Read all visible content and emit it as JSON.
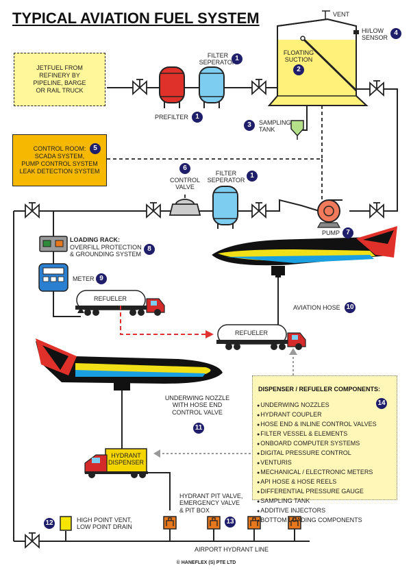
{
  "title": "TYPICAL AVIATION FUEL SYSTEM",
  "source_box": "JETFUEL FROM\nREFINERY BY\nPIPELINE, BARGE\nOR RAIL TRUCK",
  "control_room": "CONTROL ROOM:\nSCADA SYSTEM,\nPUMP CONTROL SYSTEM\nLEAK DETECTION SYSTEM",
  "labels": {
    "vent": "VENT",
    "hilow_sensor": "HI/LOW\nSENSOR",
    "filter_separator_top": "FILTER\nSEPERATOR",
    "prefilter": "PREFILTER",
    "floating_suction": "FLOATING\nSUCTION",
    "sampling_tank": "SAMPLING\nTANK",
    "control_valve": "CONTROL\nVALVE",
    "filter_separator_mid": "FILTER\nSEPERATOR",
    "pump": "PUMP",
    "loading_rack_title": "LOADING RACK:",
    "loading_rack_desc": "OVERFILL PROTECTION\n& GROUNDING SYSTEM",
    "meter": "METER",
    "refueler_1": "REFUELER",
    "refueler_2": "REFUELER",
    "aviation_hose": "AVIATION HOSE",
    "underwing_nozzle": "UNDERWING NOZZLE\nWITH HOSE END\nCONTROL VALVE",
    "hydrant_dispenser": "HYDRANT\nDISPENSER",
    "high_point_vent": "HIGH POINT VENT,\nLOW POINT DRAIN",
    "hydrant_pit": "HYDRANT PIT VALVE,\nEMERGENCY VALVE\n& PIT BOX",
    "airport_hydrant_line": "AIRPORT HYDRANT LINE",
    "copyright": "© HANEFLEX (S) PTE LTD"
  },
  "numbers": {
    "filter_separator_top": "1",
    "prefilter": "1",
    "floating_suction": "2",
    "sampling_tank": "3",
    "hilow_sensor": "4",
    "control_room": "5",
    "control_valve": "6",
    "filter_separator_mid": "1",
    "pump": "7",
    "loading_rack": "8",
    "meter": "9",
    "aviation_hose": "10",
    "underwing_nozzle": "11",
    "high_point_vent": "12",
    "hydrant_pit": "13",
    "components": "14"
  },
  "components": {
    "title": "DISPENSER / REFUELER COMPONENTS:",
    "items": [
      "UNDERWING NOZZLES",
      "HYDRANT COUPLER",
      "HOSE END & INLINE CONTROL VALVES",
      "FILTER VESSEL & ELEMENTS",
      "ONBOARD COMPUTER SYSTEMS",
      "DIGITAL PRESSURE CONTROL",
      "VENTURIS",
      "MECHANICAL / ELECTRONIC METERS",
      "API HOSE & HOSE REELS",
      "DIFFERENTIAL PRESSURE GAUGE",
      "SAMPLING TANK",
      "ADDITIVE INJECTORS",
      "BOTTOM LOADING COMPONENTS"
    ]
  },
  "colors": {
    "prefilter": "#e0302a",
    "filter": "#7ccdf0",
    "tank_fuel": "#fff17a",
    "control_room": "#f6b800",
    "pump": "#f07a5a",
    "navy": "#1f1e6b",
    "hydrant": "#e8781e",
    "dispenser": "#f5d500",
    "arrow_red": "#e03030"
  }
}
